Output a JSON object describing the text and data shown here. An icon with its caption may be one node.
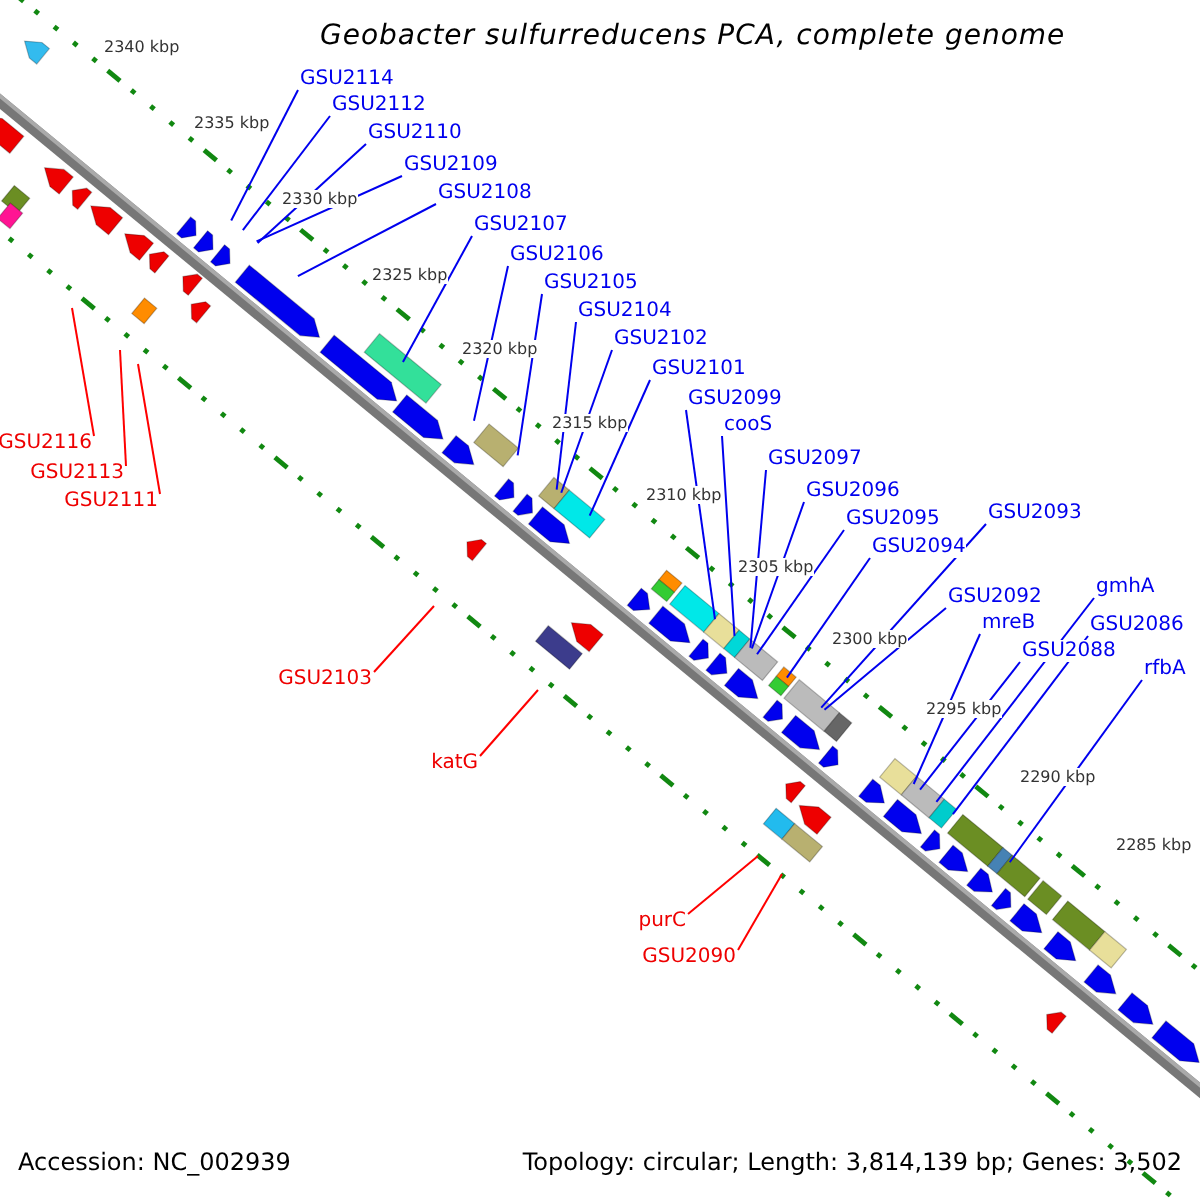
{
  "diagram": {
    "title": "Geobacter sulfurreducens PCA, complete genome",
    "nodes": [
      {
        "text": [
          "GSU2114"
        ]
      },
      {
        "text": [
          "GSU2112"
        ]
      },
      {
        "text": [
          "GSU2110"
        ]
      },
      {
        "text": [
          "GSU2109"
        ]
      },
      {
        "text": [
          "GSU2108"
        ]
      },
      {
        "text": [
          "GSU2107"
        ]
      },
      {
        "text": [
          "GSU2106"
        ]
      },
      {
        "text": [
          "GSU2105"
        ]
      },
      {
        "text": [
          "GSU2104"
        ]
      },
      {
        "text": [
          "GSU2102"
        ]
      },
      {
        "text": [
          "GSU2101"
        ]
      },
      {
        "text": [
          "GSU2099"
        ]
      },
      {
        "text": [
          "cooS"
        ]
      },
      {
        "text": [
          "GSU2097"
        ]
      },
      {
        "text": [
          "GSU2096"
        ]
      },
      {
        "text": [
          "GSU2095"
        ]
      },
      {
        "text": [
          "GSU2094"
        ]
      },
      {
        "text": [
          "GSU2093"
        ]
      },
      {
        "text": [
          "GSU2092"
        ]
      },
      {
        "text": [
          "mreB"
        ]
      },
      {
        "text": [
          "GSU2088"
        ]
      },
      {
        "text": [
          "gmhA"
        ]
      },
      {
        "text": [
          "GSU2086"
        ]
      },
      {
        "text": [
          "rfbA"
        ]
      },
      {
        "text": [
          "GSU2116"
        ]
      },
      {
        "text": [
          "GSU2113"
        ]
      },
      {
        "text": [
          "GSU2111"
        ]
      },
      {
        "text": [
          "GSU2103"
        ]
      },
      {
        "text": [
          "katG"
        ]
      },
      {
        "text": [
          "purC"
        ]
      },
      {
        "text": [
          "GSU2090"
        ]
      }
    ],
    "edges": [
      {
        "from": 0,
        "to": null,
        "arrow": "none"
      },
      {
        "from": 1,
        "to": null,
        "arrow": "none"
      },
      {
        "from": 2,
        "to": null,
        "arrow": "none"
      },
      {
        "from": 3,
        "to": null,
        "arrow": "none"
      },
      {
        "from": 4,
        "to": null,
        "arrow": "none"
      },
      {
        "from": 5,
        "to": null,
        "arrow": "none"
      },
      {
        "from": 6,
        "to": null,
        "arrow": "none"
      },
      {
        "from": 7,
        "to": null,
        "arrow": "none"
      },
      {
        "from": 8,
        "to": null,
        "arrow": "none"
      },
      {
        "from": 9,
        "to": null,
        "arrow": "none"
      },
      {
        "from": 10,
        "to": null,
        "arrow": "none"
      },
      {
        "from": 11,
        "to": null,
        "arrow": "none"
      },
      {
        "from": 12,
        "to": null,
        "arrow": "none"
      },
      {
        "from": 13,
        "to": null,
        "arrow": "none"
      },
      {
        "from": 14,
        "to": null,
        "arrow": "none"
      },
      {
        "from": 15,
        "to": null,
        "arrow": "none"
      },
      {
        "from": 16,
        "to": null,
        "arrow": "none"
      },
      {
        "from": 17,
        "to": null,
        "arrow": "none"
      },
      {
        "from": 18,
        "to": null,
        "arrow": "none"
      },
      {
        "from": 19,
        "to": null,
        "arrow": "none"
      },
      {
        "from": 20,
        "to": null,
        "arrow": "none"
      },
      {
        "from": 21,
        "to": null,
        "arrow": "none"
      },
      {
        "from": 22,
        "to": null,
        "arrow": "none"
      },
      {
        "from": 23,
        "to": null,
        "arrow": "none"
      },
      {
        "from": 24,
        "to": null,
        "arrow": "none",
        "color": "#ff0000"
      },
      {
        "from": 25,
        "to": null,
        "arrow": "none",
        "color": "#ff0000"
      },
      {
        "from": 26,
        "to": null,
        "arrow": "none",
        "color": "#ff0000"
      },
      {
        "from": 27,
        "to": null,
        "arrow": "none",
        "color": "#ff0000"
      },
      {
        "from": 28,
        "to": null,
        "arrow": "none",
        "color": "#ff0000"
      },
      {
        "from": 29,
        "to": null,
        "arrow": "none",
        "color": "#ff0000"
      },
      {
        "from": 30,
        "to": null,
        "arrow": "none",
        "color": "#ff0000"
      }
    ],
    "labels": [
      "2340 kbp",
      "2335 kbp",
      "2330 kbp",
      "2325 kbp",
      "2320 kbp",
      "2315 kbp",
      "2310 kbp",
      "2305 kbp",
      "2300 kbp",
      "2295 kbp",
      "2290 kbp",
      "2285 kbp",
      "Accession: NC_002939",
      "Topology: circular; Length: 3,814,139 bp; Genes: 3,502"
    ]
  }
}
